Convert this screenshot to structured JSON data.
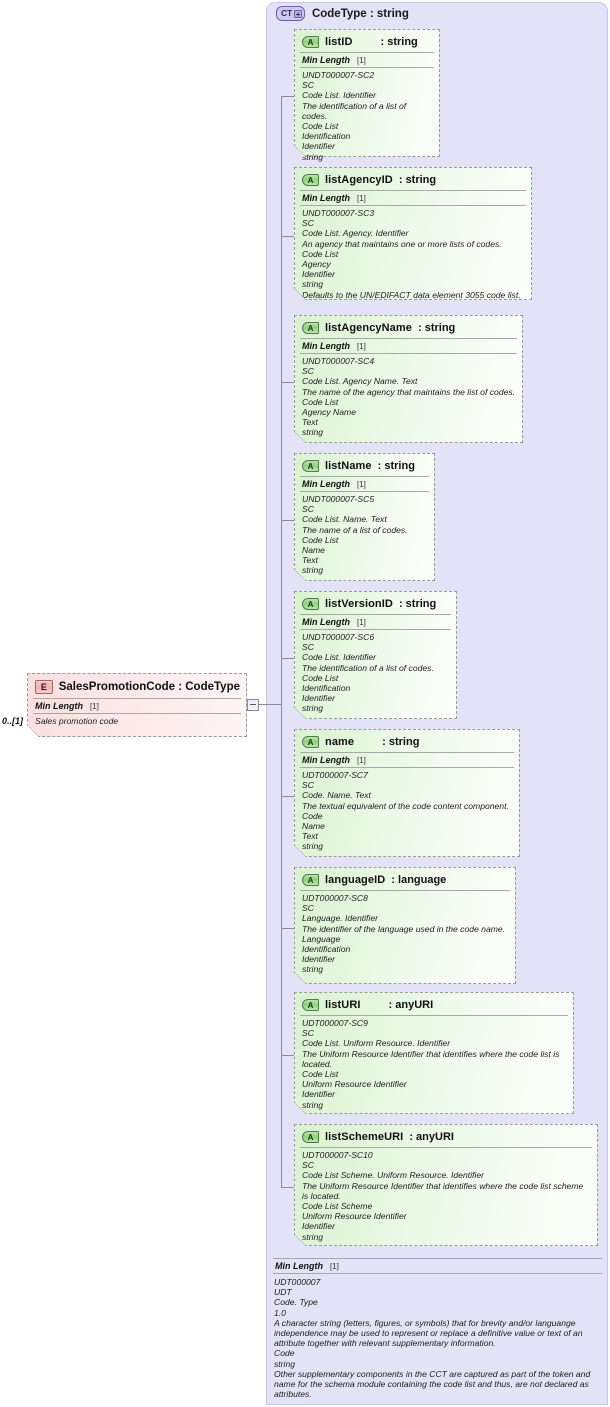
{
  "diagram": {
    "type": "xsd-schema-diagram",
    "complex_type": {
      "badge": "CT",
      "badge_plus": "+",
      "title": "CodeType : string",
      "facet_label": "Min Length",
      "facet_cardinality": "[1]",
      "documentation": [
        "UDT000007",
        "UDT",
        "Code. Type",
        "1.0",
        "A character string (letters, figures, or symbols) that for brevity and/or languange independence may be used to represent or replace a definitive value or text of an attribute together with relevant supplementary information.",
        "Code",
        "string",
        "Other supplementary components in the CCT are captured as part of the token and name for the schema module containing the code list and thus, are not declared as attributes."
      ]
    },
    "element": {
      "badge": "E",
      "title": "SalesPromotionCode : CodeType",
      "cardinality": "0..[1]",
      "facet_label": "Min Length",
      "facet_cardinality": "[1]",
      "documentation": "Sales promotion code"
    },
    "attributes": [
      {
        "badge": "A",
        "name": "listID",
        "type": ": string",
        "spaced": true,
        "facet_label": "Min Length",
        "facet_cardinality": "[1]",
        "documentation": [
          "UNDT000007-SC2",
          "SC",
          "Code List. Identifier",
          "The identification of a list of codes.",
          "Code List",
          "Identification",
          "Identifier",
          "string"
        ]
      },
      {
        "badge": "A",
        "name": "listAgencyID",
        "type": ": string",
        "spaced": false,
        "facet_label": "Min Length",
        "facet_cardinality": "[1]",
        "documentation": [
          "UNDT000007-SC3",
          "SC",
          "Code List. Agency. Identifier",
          "An agency that maintains one or more lists of codes.",
          "Code List",
          "Agency",
          "Identifier",
          "string",
          "Defaults to the UN/EDIFACT data element 3055 code list."
        ]
      },
      {
        "badge": "A",
        "name": "listAgencyName",
        "type": ": string",
        "spaced": false,
        "facet_label": "Min Length",
        "facet_cardinality": "[1]",
        "documentation": [
          "UNDT000007-SC4",
          "SC",
          "Code List. Agency Name. Text",
          "The name of the agency that maintains the list of codes.",
          "Code List",
          "Agency Name",
          "Text",
          "string"
        ]
      },
      {
        "badge": "A",
        "name": "listName",
        "type": ": string",
        "spaced": false,
        "facet_label": "Min Length",
        "facet_cardinality": "[1]",
        "documentation": [
          "UNDT000007-SC5",
          "SC",
          "Code List. Name. Text",
          "The name of a list of codes.",
          "Code List",
          "Name",
          "Text",
          "string"
        ]
      },
      {
        "badge": "A",
        "name": "listVersionID",
        "type": ": string",
        "spaced": false,
        "facet_label": "Min Length",
        "facet_cardinality": "[1]",
        "documentation": [
          "UNDT000007-SC6",
          "SC",
          "Code List. Identifier",
          "The identification of a list of codes.",
          "Code List",
          "Identification",
          "Identifier",
          "string"
        ]
      },
      {
        "badge": "A",
        "name": "name",
        "type": ": string",
        "spaced": true,
        "facet_label": "Min Length",
        "facet_cardinality": "[1]",
        "documentation": [
          "UDT000007-SC7",
          "SC",
          "Code. Name. Text",
          "The textual equivalent of the code content component.",
          "Code",
          "Name",
          "Text",
          "string"
        ]
      },
      {
        "badge": "A",
        "name": "languageID",
        "type": ": language",
        "spaced": false,
        "facet_label": null,
        "facet_cardinality": null,
        "documentation": [
          "UDT000007-SC8",
          "SC",
          "Language. Identifier",
          "The identifier of the language used in the code name.",
          "Language",
          "Identification",
          "Identifier",
          "string"
        ]
      },
      {
        "badge": "A",
        "name": "listURI",
        "type": ": anyURI",
        "spaced": true,
        "facet_label": null,
        "facet_cardinality": null,
        "documentation": [
          "UDT000007-SC9",
          "SC",
          "Code List. Uniform Resource. Identifier",
          "The Uniform Resource Identifier that identifies where the code list is located.",
          "Code List",
          "Uniform Resource Identifier",
          "Identifier",
          "string"
        ]
      },
      {
        "badge": "A",
        "name": "listSchemeURI",
        "type": ": anyURI",
        "spaced": false,
        "facet_label": null,
        "facet_cardinality": null,
        "documentation": [
          "UDT000007-SC10",
          "SC",
          "Code List Scheme. Uniform Resource. Identifier",
          "The Uniform Resource Identifier that identifies where the code list scheme is located.",
          "Code List Scheme",
          "Uniform Resource Identifier",
          "Identifier",
          "string"
        ]
      }
    ],
    "colors": {
      "panel_bg": "#e4e2f6",
      "attribute_bg": "#e9f8e4",
      "element_bg": "#fce9e9",
      "connector": "#8a8aa8"
    }
  }
}
